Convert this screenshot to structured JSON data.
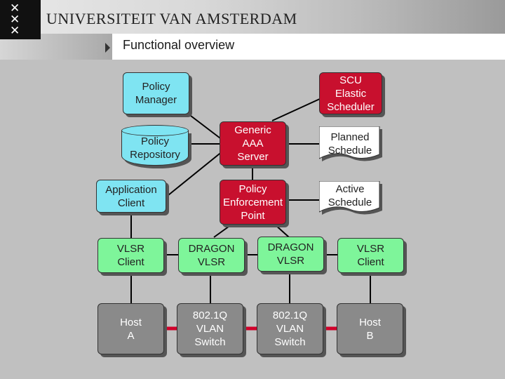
{
  "header": {
    "institution": "UNIVERSITEIT VAN AMSTERDAM",
    "crest_glyph": "✕",
    "slide_title": "Functional overview"
  },
  "colors": {
    "policy_cyan": "#7fe4f2",
    "aaa_red": "#c8102e",
    "vlsr_green": "#7ef59a",
    "host_grey": "#8a8a8a",
    "link_red": "#d0002a"
  },
  "nodes": {
    "policy_manager": "Policy\nManager",
    "scu_scheduler": "SCU\nElastic\nScheduler",
    "policy_repository": "Policy\nRepository",
    "aaa_server": "Generic\nAAA\nServer",
    "planned_schedule": "Planned\nSchedule",
    "application_client": "Application\nClient",
    "pep": "Policy\nEnforcement\nPoint",
    "active_schedule": "Active\nSchedule",
    "vlsr_client_left": "VLSR\nClient",
    "dragon_vlsr_left": "DRAGON\nVLSR",
    "dragon_vlsr_right": "DRAGON\nVLSR",
    "vlsr_client_right": "VLSR\nClient",
    "host_a": "Host\nA",
    "switch_left": "802.1Q\nVLAN\nSwitch",
    "switch_right": "802.1Q\nVLAN\nSwitch",
    "host_b": "Host\nB"
  }
}
